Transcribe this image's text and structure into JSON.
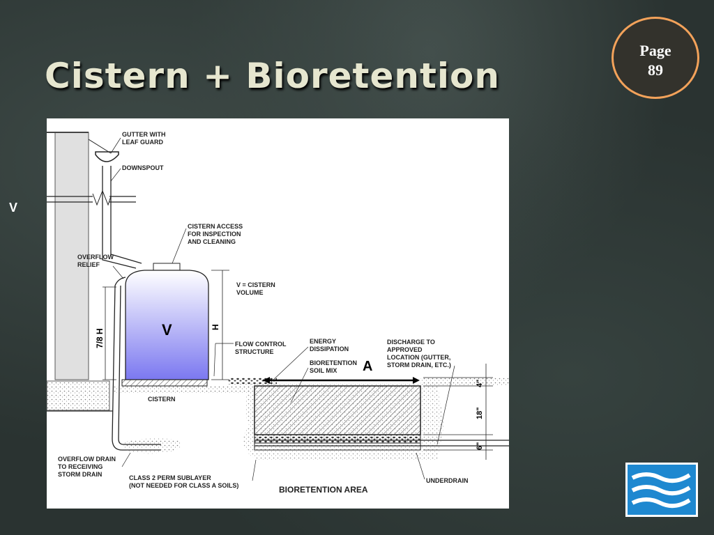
{
  "slide": {
    "title": "Cistern + Bioretention",
    "page_label": "Page",
    "page_number": "89",
    "side_letter": "V"
  },
  "diagram": {
    "gutter": [
      "GUTTER WITH",
      "LEAF GUARD"
    ],
    "downspout": "DOWNSPOUT",
    "cistern_access": [
      "CISTERN ACCESS",
      "FOR INSPECTION",
      "AND CLEANING"
    ],
    "overflow_relief": [
      "OVERFLOW",
      "RELIEF"
    ],
    "v_def": [
      "V = CISTERN",
      "VOLUME"
    ],
    "v_symbol": "V",
    "h_symbol": "H",
    "seven_eighths_h": "7/8 H",
    "flow_control": [
      "FLOW CONTROL",
      "STRUCTURE"
    ],
    "energy": [
      "ENERGY",
      "DISSIPATION"
    ],
    "soil_mix": [
      "BIORETENTION",
      "SOIL MIX"
    ],
    "a_symbol": "A",
    "discharge": [
      "DISCHARGE TO",
      "APPROVED",
      "LOCATION (GUTTER,",
      "STORM DRAIN, ETC.)"
    ],
    "dim_4": "4\"",
    "dim_18": "18\"",
    "dim_6": "6\"",
    "cistern": "CISTERN",
    "overflow_drain": [
      "OVERFLOW DRAIN",
      "TO RECEIVING",
      "STORM DRAIN"
    ],
    "class2": [
      "CLASS 2 PERM SUBLAYER",
      "(NOT NEEDED FOR CLASS A  SOILS)"
    ],
    "bioretention_area": "BIORETENTION AREA",
    "underdrain": "UNDERDRAIN"
  },
  "colors": {
    "title": "#e6e6cf",
    "badge_border": "#f3a25a",
    "logo_blue": "#1e88d0"
  }
}
